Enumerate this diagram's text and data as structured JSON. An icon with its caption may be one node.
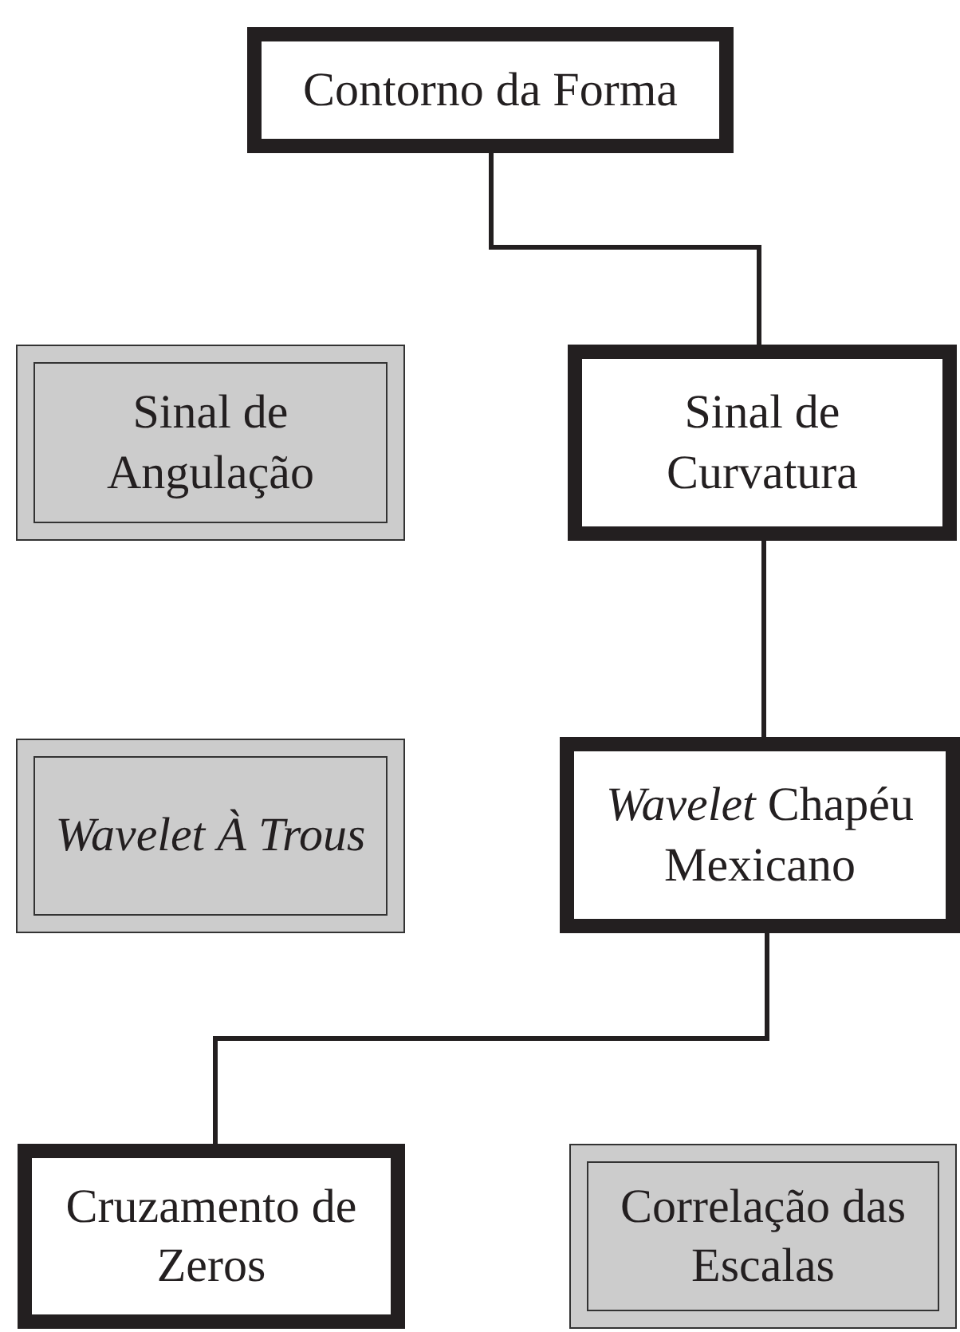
{
  "diagram": {
    "nodes": [
      {
        "text": [
          "Contorno da Forma"
        ]
      },
      {
        "text": [
          "Sinal de Angulação"
        ]
      },
      {
        "text": [
          "Sinal de Curvatura"
        ]
      },
      {
        "text": [
          "Wavelet À Trous"
        ]
      },
      {
        "text": [
          "*Wavelet* Chapéu Mexicano"
        ]
      },
      {
        "text": [
          "Cruzamento de Zeros"
        ]
      },
      {
        "text": [
          "Correlação das Escalas"
        ]
      }
    ],
    "edges": [
      {
        "from": 0,
        "to": 2,
        "arrow": "none"
      },
      {
        "from": 2,
        "to": 4,
        "arrow": "none"
      },
      {
        "from": 4,
        "to": 5,
        "arrow": "none"
      }
    ]
  }
}
